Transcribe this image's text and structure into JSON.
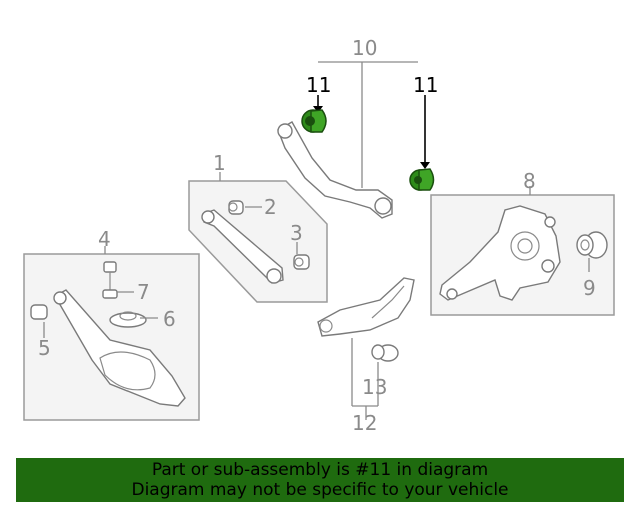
{
  "callouts": {
    "c1": "1",
    "c2": "2",
    "c3": "3",
    "c4": "4",
    "c5": "5",
    "c6": "6",
    "c7": "7",
    "c8": "8",
    "c9": "9",
    "c10": "10",
    "c11a": "11",
    "c11b": "11",
    "c12": "12",
    "c13": "13"
  },
  "highlight_part": "11",
  "colors": {
    "highlight": "#2e8b1a",
    "banner_bg": "#1f6b0f",
    "line": "#8a8a8a"
  },
  "banner": {
    "line1": "Part or sub-assembly is #11 in diagram",
    "line2": "Diagram may not be specific to your vehicle"
  }
}
